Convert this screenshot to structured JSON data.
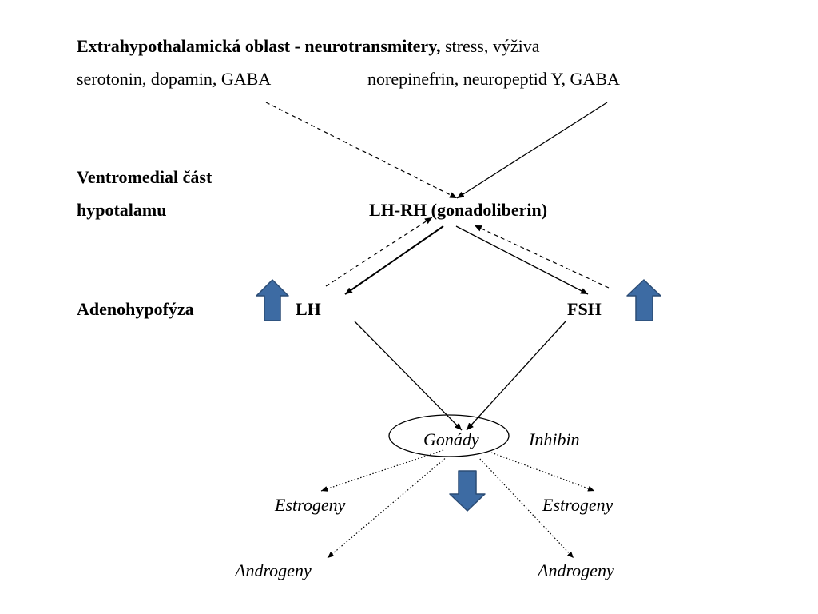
{
  "slide": {
    "header": {
      "line1_bold": "Extrahypothalamická oblast  - neurotransmitery,",
      "line1_normal": " stress, výživa",
      "line2_left": "serotonin, dopamin, GABA",
      "line2_right": "norepinefrin, neuropeptid Y, GABA"
    },
    "hypothalamus": {
      "label_line1": "Ventromedial část",
      "label_line2": "hypotalamu",
      "hormone": "LH-RH (gonadoliberin)"
    },
    "pituitary": {
      "label": "Adenohypofýza",
      "lh": "LH",
      "fsh": "FSH"
    },
    "gonads": {
      "label": "Gonády",
      "inhibin": "Inhibin"
    },
    "products": {
      "estrogen_left": "Estrogeny",
      "estrogen_right": "Estrogeny",
      "androgen_left": "Androgeny",
      "androgen_right": "Androgeny"
    }
  },
  "colors": {
    "block_arrow_fill": "#3D6BA3",
    "block_arrow_stroke": "#2B4C75",
    "line": "#000000"
  },
  "icons": {
    "up_arrow_left": "up-block-arrow",
    "up_arrow_right": "up-block-arrow",
    "down_arrow": "down-block-arrow"
  }
}
